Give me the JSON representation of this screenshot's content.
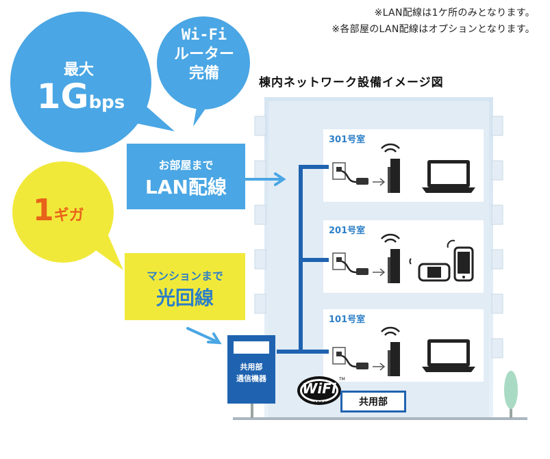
{
  "notes": {
    "line1": "※LAN配線は1ケ所のみとなります。",
    "line2": "※各部屋のLAN配線はオプションとなります。"
  },
  "diagram_title": "棟内ネットワーク設備イメージ図",
  "bubbles": {
    "speed": {
      "line1": "最大",
      "value": "1",
      "unit_g": "G",
      "unit_bps": "bps"
    },
    "wifi": {
      "line1": "Wi-Fi",
      "line2": "ルーター",
      "line3": "完備"
    },
    "giga": {
      "num": "1",
      "text": "ギガ"
    }
  },
  "panels": {
    "lan": {
      "line1": "お部屋まで",
      "line2": "LAN配線"
    },
    "fiber": {
      "line1": "マンションまで",
      "line2": "光回線"
    },
    "equipment": {
      "line1": "共用部",
      "line2": "通信機器"
    }
  },
  "rooms": [
    {
      "label": "301号室"
    },
    {
      "label": "201号室"
    },
    {
      "label": "101号室"
    }
  ],
  "shared_area": "共用部",
  "wifi_logo": {
    "main": "WiFi",
    "sub": "AREA",
    "tm": "TM"
  },
  "colors": {
    "sky": "#4aa6e4",
    "yellow": "#f1e93a",
    "orange": "#e8621a",
    "navy": "#1f63b0",
    "building": "#dbe8f3"
  }
}
